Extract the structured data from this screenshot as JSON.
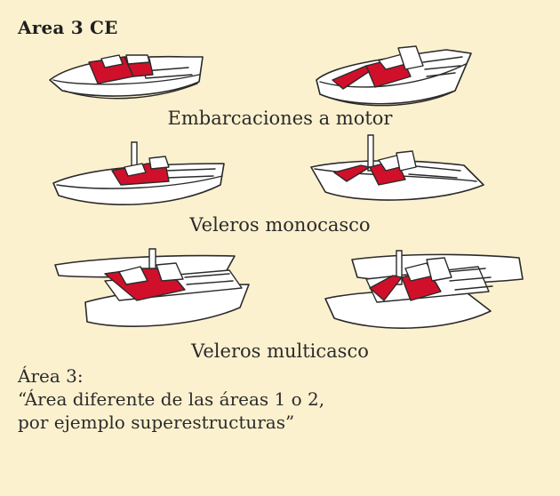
{
  "title": "Area 3 CE",
  "groups": [
    {
      "caption": "Embarcaciones a motor"
    },
    {
      "caption": "Veleros monocasco"
    },
    {
      "caption": "Veleros multicasco"
    }
  ],
  "note": {
    "line1": "Área 3:",
    "line2": "“Área diferente de las áreas 1 o 2,",
    "line3": "por ejemplo superestructuras”"
  },
  "colors": {
    "background": "#fcf1cf",
    "highlight": "#d0102a"
  }
}
